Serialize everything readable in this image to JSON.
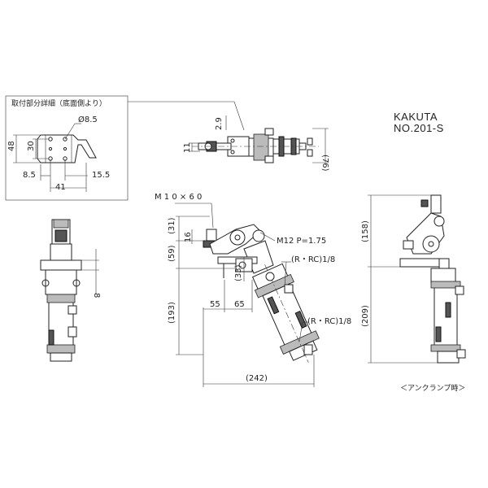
{
  "brand": {
    "maker": "KAKUTA",
    "model": "NO.201-S"
  },
  "detail_box": {
    "title": "取付部分詳細（底面側より）",
    "hole_dia": "Ø8.5",
    "dim_48": "48",
    "dim_30": "30",
    "dim_8_5": "8.5",
    "dim_15_5": "15.5",
    "dim_41": "41"
  },
  "top_view": {
    "dim_2_9": "2.9",
    "dim_11": "11",
    "dim_76": "(76)"
  },
  "side_view": {
    "bolt_label": "M 1 0 × 6 0",
    "thread_label": "M12 P=1.75",
    "port_upper": "(R・RC)1/8",
    "port_lower": "(R・RC)1/8",
    "dim_31": "(31)",
    "dim_16": "16",
    "dim_59": "(59)",
    "dim_33": "(33)",
    "dim_193": "(193)",
    "dim_55": "55",
    "dim_65": "65",
    "dim_242": "(242)"
  },
  "front_view": {
    "dim_8": "8"
  },
  "unclamp_view": {
    "dim_158": "(158)",
    "dim_209": "(209)",
    "caption": "＜アンクランプ時＞"
  }
}
